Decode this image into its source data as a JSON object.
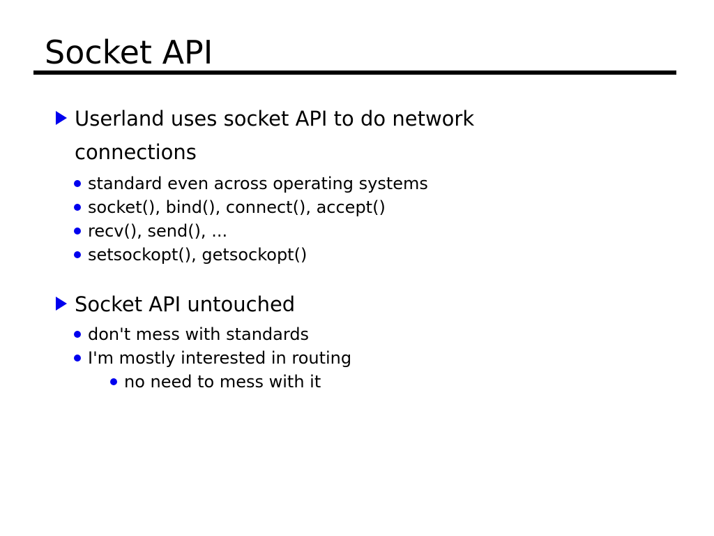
{
  "slide": {
    "title": "Socket API",
    "colors": {
      "background": "#ffffff",
      "text": "#000000",
      "bullet_accent": "#0000ee",
      "title_rule": "#000000"
    },
    "content": {
      "section1": {
        "heading": "Userland uses socket API to do network connections",
        "items": [
          "standard even across operating systems",
          "socket(), bind(), connect(), accept()",
          "recv(), send(), ...",
          "setsockopt(), getsockopt()"
        ]
      },
      "section2": {
        "heading": "Socket API untouched",
        "items": [
          "don't mess with standards",
          "I'm mostly interested in routing"
        ],
        "subitem": "no need to mess with it"
      }
    },
    "icons": {
      "level1_bullet": "triangle-right-icon",
      "level2_bullet": "dot-bullet-icon",
      "level3_bullet": "dot-bullet-icon"
    }
  }
}
